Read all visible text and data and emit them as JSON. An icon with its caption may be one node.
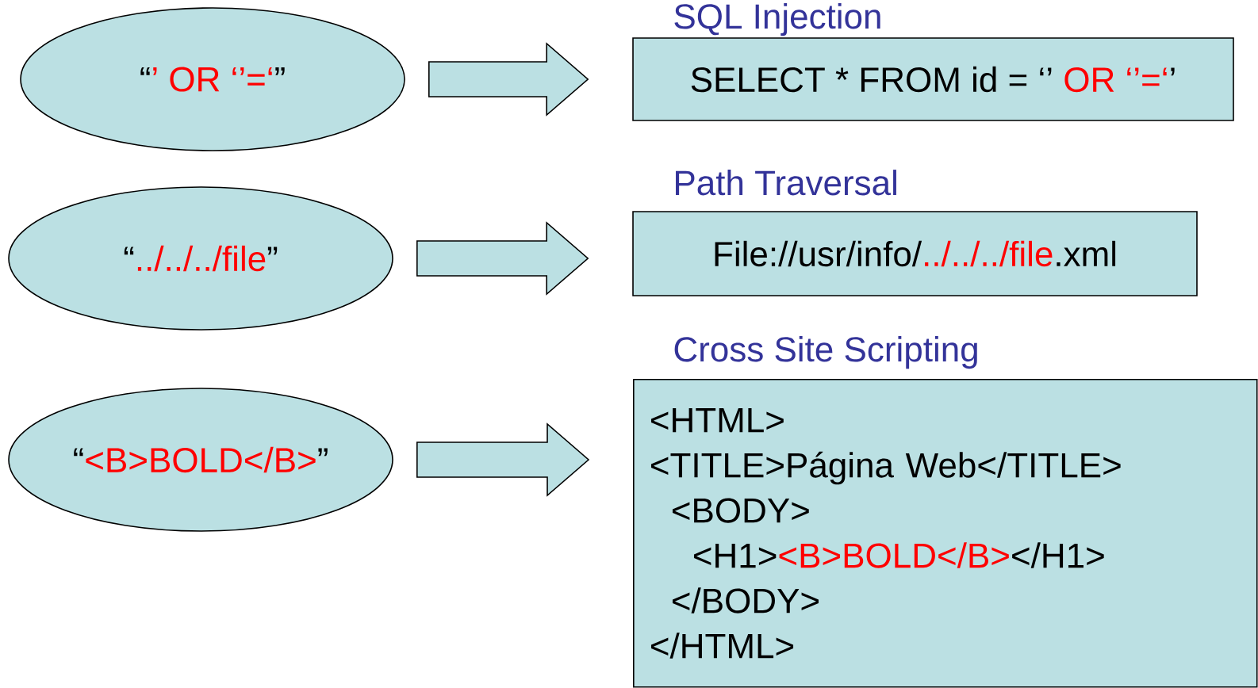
{
  "diagram": {
    "nodes": [
      {
        "text": [
          "“",
          "’ OR ‘’=‘",
          "”"
        ]
      },
      {
        "text": [
          "“",
          "../../../file",
          "”"
        ]
      },
      {
        "text": [
          "“",
          "<B>BOLD</B>",
          "”"
        ]
      },
      {
        "text": [
          "SQL Injection",
          "SELECT * FROM id = ‘’",
          "OR ‘’=‘",
          "’"
        ]
      },
      {
        "text": [
          "Path Traversal",
          "File://usr/info/",
          "../../../file",
          ".xml"
        ]
      },
      {
        "text": [
          "Cross Site Scripting",
          "<HTML>",
          "<TITLE>Página Web</TITLE>",
          "<BODY>",
          "<H1>",
          "<B>BOLD</B>",
          "</H1>",
          "</BODY>",
          "</HTML>"
        ]
      }
    ],
    "edges": [
      {
        "from": 0,
        "to": 3,
        "arrow": "to"
      },
      {
        "from": 1,
        "to": 4,
        "arrow": "to"
      },
      {
        "from": 2,
        "to": 5,
        "arrow": "to"
      }
    ]
  }
}
